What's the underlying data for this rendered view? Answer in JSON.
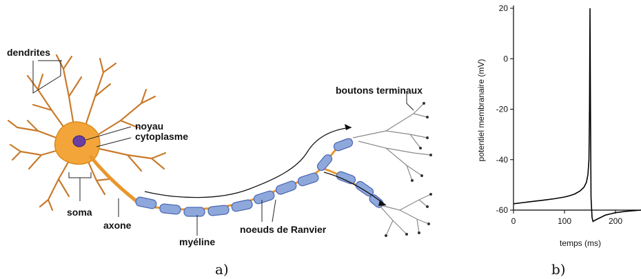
{
  "neuron": {
    "labels": {
      "dendrites": "dendrites",
      "noyau": "noyau",
      "cytoplasme": "cytoplasme",
      "soma": "soma",
      "axone": "axone",
      "myeline": "myéline",
      "ranvier": "noeuds de Ranvier",
      "boutons": "boutons terminaux"
    },
    "colors": {
      "soma": "#f4a53a",
      "soma_edge": "#d98a1e",
      "nucleus": "#6b3fa0",
      "myelin": "#8fa8dc",
      "myelin_edge": "#4a66b0",
      "axon": "#e8962d"
    }
  },
  "chart_data": {
    "type": "line",
    "xlabel": "temps (ms)",
    "ylabel": "potentiel membranaire (mV)",
    "xlim": [
      0,
      250
    ],
    "ylim": [
      -60,
      20
    ],
    "xticks": [
      0,
      100,
      200
    ],
    "yticks": [
      20,
      0,
      -20,
      -40,
      -60
    ],
    "grid": false,
    "series": [
      {
        "x": [
          0,
          20,
          40,
          60,
          80,
          100,
          110,
          120,
          130,
          138,
          143,
          146,
          148,
          149,
          150,
          151,
          152,
          154,
          156,
          160,
          170,
          180,
          190,
          200,
          220,
          250
        ],
        "y": [
          -57.5,
          -57,
          -56.5,
          -56,
          -55.5,
          -54.8,
          -54.3,
          -53.6,
          -52.5,
          -51,
          -49,
          -46,
          -40,
          -20,
          20,
          -20,
          -55,
          -63,
          -64.5,
          -64,
          -63,
          -62,
          -61.5,
          -61,
          -60.5,
          -60
        ]
      }
    ]
  },
  "captions": {
    "a": "a)",
    "b": "b)"
  }
}
